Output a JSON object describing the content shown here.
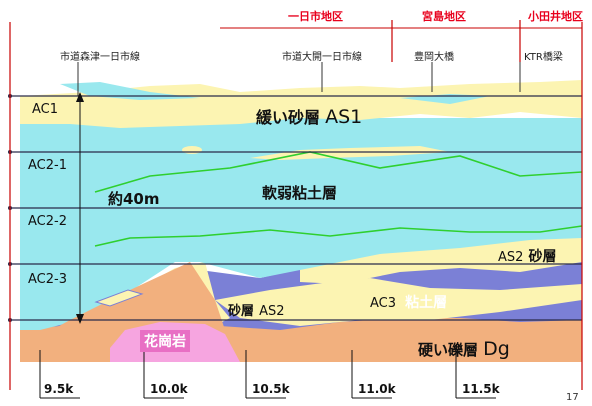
{
  "districts": {
    "ichinoichi": "一日市地区",
    "miyajima": "宮島地区",
    "odai": "小田井地区"
  },
  "roads": {
    "moritsu": "市道森津一日市線",
    "ohiraki": "市道大開一日市線",
    "toyooka": "豊岡大橋",
    "ktr": "KTR橋梁"
  },
  "layers": {
    "ac1": "AC1",
    "ac2_1": "AC2-1",
    "ac2_2": "AC2-2",
    "ac2_3": "AC2-3",
    "as1_jp": "緩い砂層",
    "as1_code": "AS1",
    "soft_clay": "軟弱粘土層",
    "thickness": "約40m",
    "as2_code_right": "AS2",
    "as2_jp_right": "砂層",
    "as2_jp_left": "砂層",
    "as2_code_left": "AS2",
    "ac3_code": "AC3",
    "ac3_jp": "粘土層",
    "granite": "花崗岩",
    "dg_jp": "硬い礫層",
    "dg_code": "Dg"
  },
  "chainage": [
    "9.5k",
    "10.0k",
    "10.5k",
    "11.0k",
    "11.5k"
  ],
  "page_number": "17",
  "colors": {
    "cyan": "#99e8ee",
    "yellow": "#fcf4b2",
    "orange": "#f2b07e",
    "purple": "#7b80d6",
    "pink": "#f6a5e0",
    "green_line": "#2fcf2f",
    "district_red": "#e8001c",
    "border_red": "#c80000"
  }
}
